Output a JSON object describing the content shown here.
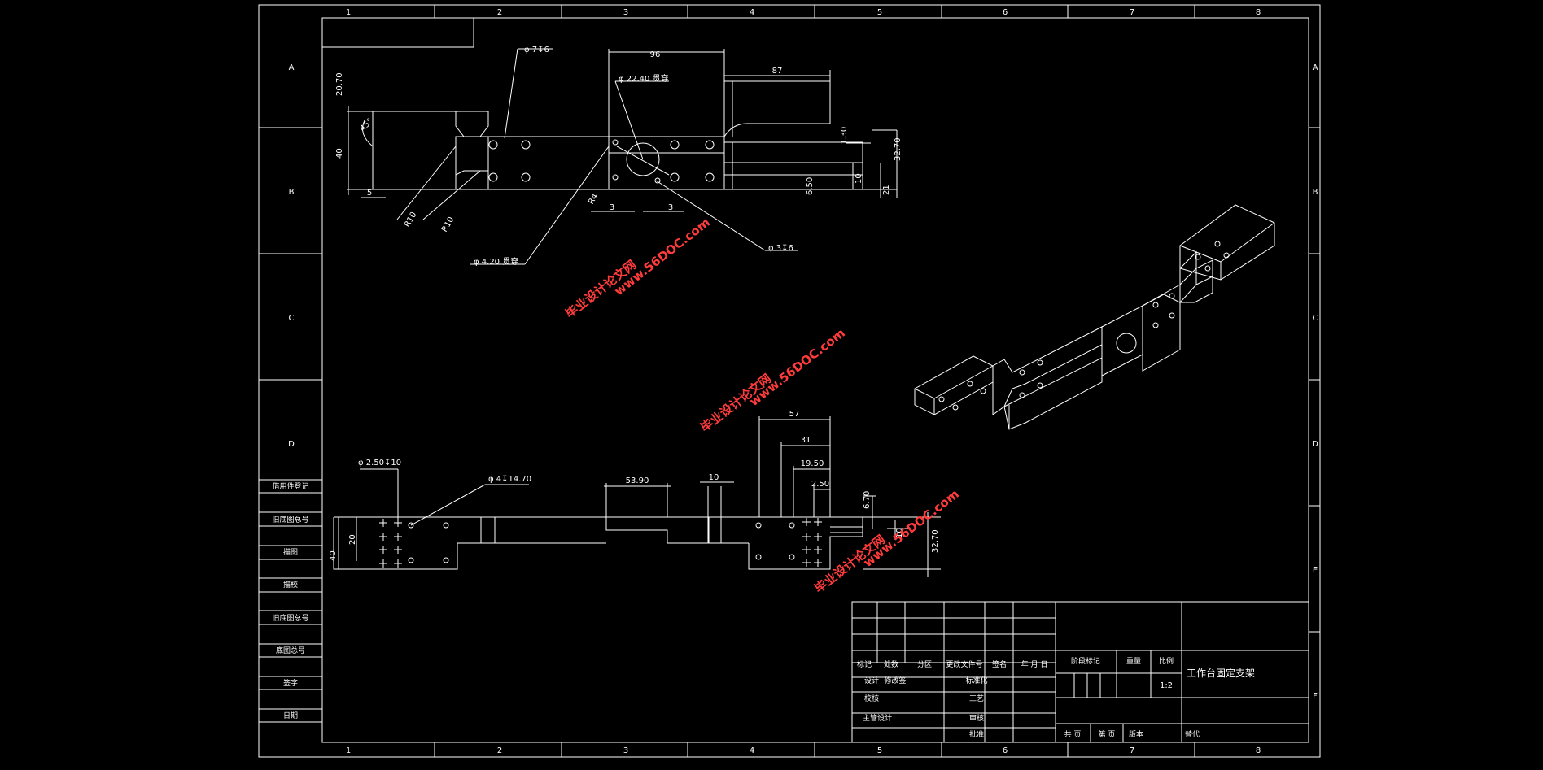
{
  "frame": {
    "columns": [
      "1",
      "2",
      "3",
      "4",
      "5",
      "6",
      "7",
      "8"
    ],
    "rows": [
      "A",
      "B",
      "C",
      "D",
      "E",
      "F"
    ],
    "left_strip_labels": [
      "借用件登记",
      "旧底图总号",
      "描图",
      "描校",
      "旧底图总号",
      "底图总号",
      "签字",
      "日期"
    ]
  },
  "top_view": {
    "dims": {
      "d_hole_top": "φ 7↧6",
      "d_2240": "φ 22.40 贯穿",
      "d96": "96",
      "d87": "87",
      "d2070": "20.70",
      "d45": "45°",
      "d40": "40",
      "d5": "5",
      "r10a": "R10",
      "r10b": "R10",
      "d420": "φ 4.20 贯穿",
      "d330": "φ 3↧6",
      "r4": "R4",
      "d3a": "3",
      "d3b": "3",
      "d650": "6.50",
      "d10": "10",
      "d21": "21",
      "d3270": "32.70",
      "d1_30": "1.30"
    }
  },
  "front_view": {
    "dims": {
      "d250": "φ 2.50↧10",
      "d4_1470": "φ 4↧14.70",
      "d5390": "53.90",
      "d10": "10",
      "d57": "57",
      "d31": "31",
      "d1950": "19.50",
      "d2_50": "2.50",
      "d670": "6.70",
      "d10b": "10",
      "d3270": "32.70",
      "d20": "20",
      "d40": "40"
    }
  },
  "title_block": {
    "part_name": "工作台固定支架",
    "scale_label": "比例",
    "scale": "1:2",
    "stage_mark": "阶段标记",
    "weight": "重量",
    "headers": [
      "标记",
      "处数",
      "分区",
      "更改文件号",
      "签名",
      "年 月 日"
    ],
    "rows": [
      {
        "role": "设计",
        "name": "修改签",
        "std_label": "标准化"
      },
      {
        "role": "校核",
        "name": "",
        "std_label": "工艺"
      },
      {
        "role": "主管设计",
        "name": "",
        "std_label": "审核"
      },
      {
        "role": "",
        "name": "",
        "std_label": "批准"
      }
    ],
    "sheet_total": "共 页",
    "sheet_no": "第 页",
    "version": "版本",
    "replace": "替代"
  },
  "watermarks": [
    {
      "line1": "毕业设计论文网",
      "line2": "www.56DOC.com"
    },
    {
      "line1": "毕业设计论文网",
      "line2": "www.56DOC.com"
    },
    {
      "line1": "毕业设计论文网",
      "line2": "www.56DOC.com"
    }
  ],
  "colors": {
    "background": "#000000",
    "lines": "#ffffff",
    "watermark": "#ff3b3b"
  }
}
